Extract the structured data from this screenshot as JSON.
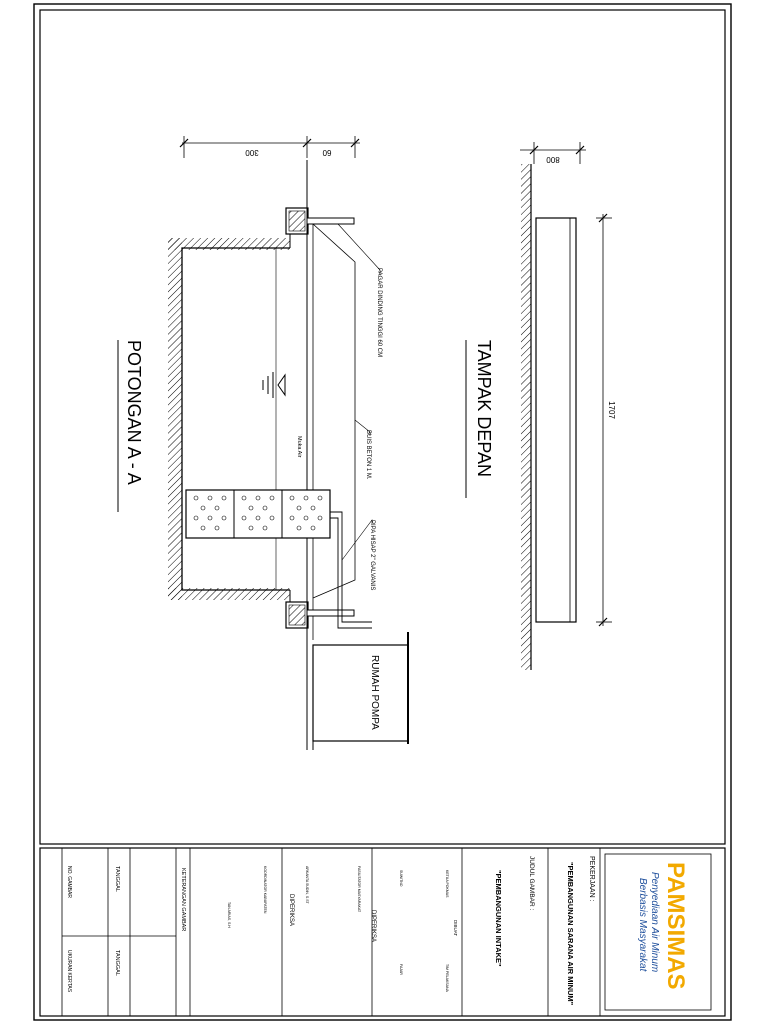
{
  "drawing": {
    "section_title": "POTONGAN A - A",
    "front_title": "TAMPAK DEPAN",
    "dim_300": "300",
    "dim_60": "60",
    "dim_800": "800",
    "dim_1707": "1707",
    "label_fence": "PAGAR DINDING TINGGI 60 CM",
    "label_water": "Muka Air",
    "label_culvert": "BUIS BETON 1 M.",
    "label_pipe": "PIPA HISAP 2\" GALVANIS",
    "label_pump_house": "RUMAH POMPA"
  },
  "title_block": {
    "logo_text": "PAMSIMAS",
    "logo_tagline_1": "Penyediaan Air Minum",
    "logo_tagline_2": "Berbasis Masyarakat",
    "job_label": "PEKERJAAN :",
    "job_value": "\"PEMBANGUNAN SARANA AIR MINUM\"",
    "drawing_title_label": "JUDUL GAMBAR :",
    "drawing_title_value": "\"PEMBANGUNAN INTAKE\"",
    "col_a_1": "KETUA POKMAS",
    "col_a_2": "DIBUAT",
    "col_a_3": "TIM PELAKSANA",
    "col_b_1": "SUWITNO",
    "col_b_2": "DIPERIKSA",
    "col_b_3": "FAJAR",
    "col_b_4": "FASILITATOR MASYARAKAT",
    "col_c_1": "ARKANTA SUDIN, S.ST",
    "col_c_2": "DIPERIKSA",
    "col_c_3": "KOORDINATOR KABUPATEN",
    "col_c_4": "TAN ARIAS, S.H",
    "col_d": "KETERANGAN GAMBAR",
    "col_e_1": "TANGGAL",
    "col_e_2": "TANGGAL",
    "col_f_1": "NO. GAMBAR",
    "col_f_2": "UKURAN KERTAS"
  }
}
